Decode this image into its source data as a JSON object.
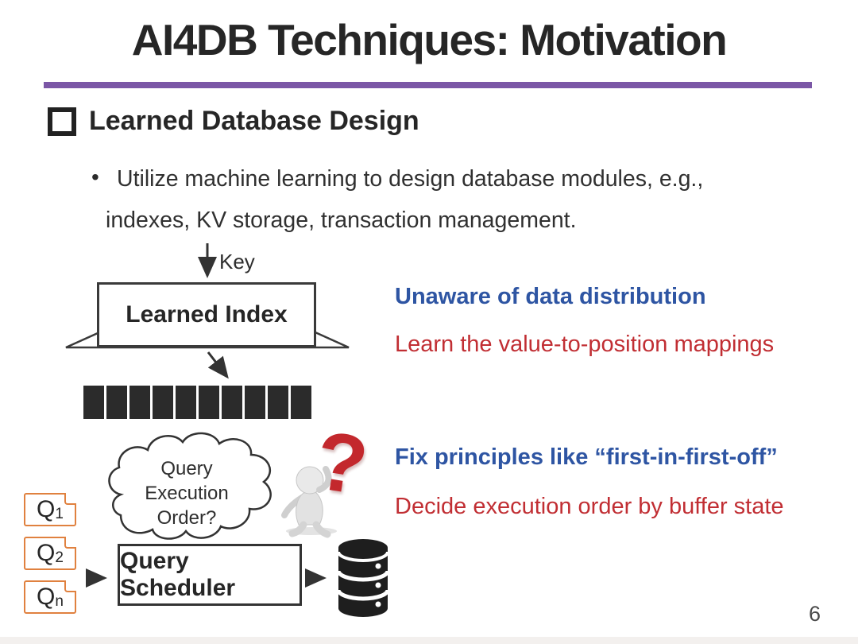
{
  "slide": {
    "title": "AI4DB Techniques: Motivation",
    "page_number": "6",
    "section_title": "Learned Database Design",
    "bullet_char": "•",
    "bullet_line1": "Utilize machine learning to design database modules, e.g.,",
    "bullet_line2": "indexes, KV storage, transaction management.",
    "index_diagram": {
      "key_label": "Key",
      "box_label": "Learned Index",
      "block_count": 10
    },
    "annotations": {
      "index_blue": "Unaware of data distribution",
      "index_red": "Learn the value-to-position mappings",
      "scheduler_blue": "Fix principles like “first-in-first-off”",
      "scheduler_red": "Decide execution order by buffer state"
    },
    "scheduler_diagram": {
      "cloud_lines": [
        "Query",
        "Execution",
        "Order?"
      ],
      "queries": [
        {
          "base": "Q",
          "sub": "1"
        },
        {
          "base": "Q",
          "sub": "2"
        },
        {
          "base": "Q",
          "sub": "n"
        }
      ],
      "box_label": "Query Scheduler",
      "question_glyph": "?"
    },
    "colors": {
      "accent_purple": "#7B57A6",
      "text_blue": "#2E55A3",
      "text_red": "#C12E33",
      "query_box_orange": "#E0813F"
    }
  }
}
